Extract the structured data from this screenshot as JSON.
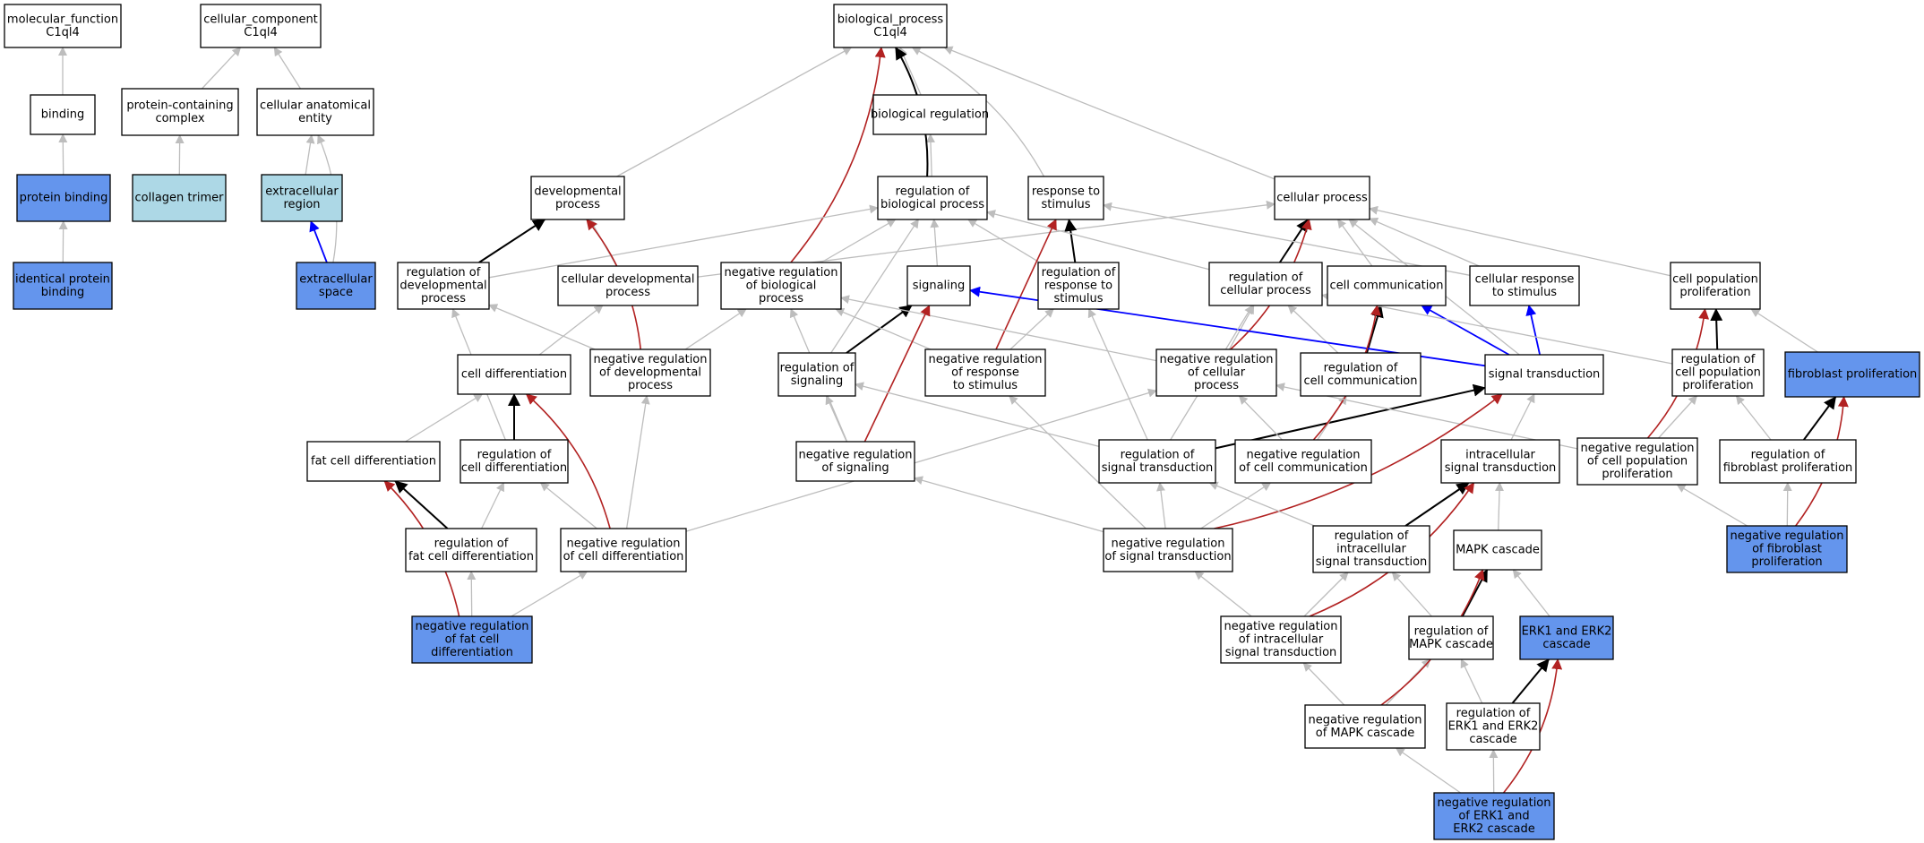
{
  "colors": {
    "white": "#ffffff",
    "lightblue": "#add8e6",
    "blue": "#6495ed",
    "stroke": "#000000",
    "is_a": "#bdbdbd",
    "regulates": "#000000",
    "negatively_regulates": "#b22222",
    "part_of": "#0000ff"
  },
  "nodes": [
    {
      "id": "mf",
      "lines": [
        "molecular_function",
        "C1ql4"
      ],
      "fill": "white"
    },
    {
      "id": "cc",
      "lines": [
        "cellular_component",
        "C1ql4"
      ],
      "fill": "white"
    },
    {
      "id": "bp",
      "lines": [
        "biological_process",
        "C1ql4"
      ],
      "fill": "white"
    },
    {
      "id": "binding",
      "lines": [
        "binding"
      ],
      "fill": "white"
    },
    {
      "id": "pcc",
      "lines": [
        "protein-containing",
        "complex"
      ],
      "fill": "white"
    },
    {
      "id": "cae",
      "lines": [
        "cellular anatomical",
        "entity"
      ],
      "fill": "white"
    },
    {
      "id": "biolreg",
      "lines": [
        "biological regulation"
      ],
      "fill": "white"
    },
    {
      "id": "protbind",
      "lines": [
        "protein binding"
      ],
      "fill": "blue"
    },
    {
      "id": "collagen",
      "lines": [
        "collagen trimer"
      ],
      "fill": "lightblue"
    },
    {
      "id": "extreg",
      "lines": [
        "extracellular",
        "region"
      ],
      "fill": "lightblue"
    },
    {
      "id": "devproc",
      "lines": [
        "developmental",
        "process"
      ],
      "fill": "white"
    },
    {
      "id": "regbp",
      "lines": [
        "regulation of",
        "biological process"
      ],
      "fill": "white"
    },
    {
      "id": "respstim",
      "lines": [
        "response to",
        "stimulus"
      ],
      "fill": "white"
    },
    {
      "id": "cellproc",
      "lines": [
        "cellular process"
      ],
      "fill": "white"
    },
    {
      "id": "identprot",
      "lines": [
        "identical protein",
        "binding"
      ],
      "fill": "blue"
    },
    {
      "id": "extspace",
      "lines": [
        "extracellular",
        "space"
      ],
      "fill": "blue"
    },
    {
      "id": "regdev",
      "lines": [
        "regulation of",
        "developmental",
        "process"
      ],
      "fill": "white"
    },
    {
      "id": "celldevproc",
      "lines": [
        "cellular developmental",
        "process"
      ],
      "fill": "white"
    },
    {
      "id": "negregbp",
      "lines": [
        "negative regulation",
        "of biological",
        "process"
      ],
      "fill": "white"
    },
    {
      "id": "signaling",
      "lines": [
        "signaling"
      ],
      "fill": "white"
    },
    {
      "id": "regresp",
      "lines": [
        "regulation of",
        "response to",
        "stimulus"
      ],
      "fill": "white"
    },
    {
      "id": "regcellproc",
      "lines": [
        "regulation of",
        "cellular process"
      ],
      "fill": "white"
    },
    {
      "id": "cellcomm",
      "lines": [
        "cell communication"
      ],
      "fill": "white"
    },
    {
      "id": "cellresp",
      "lines": [
        "cellular response",
        "to stimulus"
      ],
      "fill": "white"
    },
    {
      "id": "cellpopprol",
      "lines": [
        "cell population",
        "proliferation"
      ],
      "fill": "white"
    },
    {
      "id": "celldiff",
      "lines": [
        "cell differentiation"
      ],
      "fill": "white"
    },
    {
      "id": "negregdev",
      "lines": [
        "negative regulation",
        "of developmental",
        "process"
      ],
      "fill": "white"
    },
    {
      "id": "regsig",
      "lines": [
        "regulation of",
        "signaling"
      ],
      "fill": "white"
    },
    {
      "id": "negregresp",
      "lines": [
        "negative regulation",
        "of response",
        "to stimulus"
      ],
      "fill": "white"
    },
    {
      "id": "negregcellproc",
      "lines": [
        "negative regulation",
        "of cellular",
        "process"
      ],
      "fill": "white"
    },
    {
      "id": "regcellcomm",
      "lines": [
        "regulation of",
        "cell communication"
      ],
      "fill": "white"
    },
    {
      "id": "sigtrans",
      "lines": [
        "signal transduction"
      ],
      "fill": "white"
    },
    {
      "id": "regcellpop",
      "lines": [
        "regulation of",
        "cell population",
        "proliferation"
      ],
      "fill": "white"
    },
    {
      "id": "fibprol",
      "lines": [
        "fibroblast proliferation"
      ],
      "fill": "blue"
    },
    {
      "id": "fatdiff",
      "lines": [
        "fat cell differentiation"
      ],
      "fill": "white"
    },
    {
      "id": "regcelldiff",
      "lines": [
        "regulation of",
        "cell differentiation"
      ],
      "fill": "white"
    },
    {
      "id": "negregsig",
      "lines": [
        "negative regulation",
        "of signaling"
      ],
      "fill": "white"
    },
    {
      "id": "regsigtrans",
      "lines": [
        "regulation of",
        "signal transduction"
      ],
      "fill": "white"
    },
    {
      "id": "negregcellcomm",
      "lines": [
        "negative regulation",
        "of cell communication"
      ],
      "fill": "white"
    },
    {
      "id": "intrasig",
      "lines": [
        "intracellular",
        "signal transduction"
      ],
      "fill": "white"
    },
    {
      "id": "negregcellpop",
      "lines": [
        "negative regulation",
        "of cell population",
        "proliferation"
      ],
      "fill": "white"
    },
    {
      "id": "regfibprol",
      "lines": [
        "regulation of",
        "fibroblast proliferation"
      ],
      "fill": "white"
    },
    {
      "id": "regfatdiff",
      "lines": [
        "regulation of",
        "fat cell differentiation"
      ],
      "fill": "white"
    },
    {
      "id": "negregcelldiff",
      "lines": [
        "negative regulation",
        "of cell differentiation"
      ],
      "fill": "white"
    },
    {
      "id": "negregsigtrans",
      "lines": [
        "negative regulation",
        "of signal transduction"
      ],
      "fill": "white"
    },
    {
      "id": "regintrasig",
      "lines": [
        "regulation of",
        "intracellular",
        "signal transduction"
      ],
      "fill": "white"
    },
    {
      "id": "mapk",
      "lines": [
        "MAPK cascade"
      ],
      "fill": "white"
    },
    {
      "id": "negregfibprol",
      "lines": [
        "negative regulation",
        "of fibroblast",
        "proliferation"
      ],
      "fill": "blue"
    },
    {
      "id": "negregfatdiff",
      "lines": [
        "negative regulation",
        "of fat cell",
        "differentiation"
      ],
      "fill": "blue"
    },
    {
      "id": "negregintrasig",
      "lines": [
        "negative regulation",
        "of intracellular",
        "signal transduction"
      ],
      "fill": "white"
    },
    {
      "id": "regmapk",
      "lines": [
        "regulation of",
        "MAPK cascade"
      ],
      "fill": "white"
    },
    {
      "id": "erk",
      "lines": [
        "ERK1 and ERK2",
        "cascade"
      ],
      "fill": "blue"
    },
    {
      "id": "negregmapk",
      "lines": [
        "negative regulation",
        "of MAPK cascade"
      ],
      "fill": "white"
    },
    {
      "id": "regerk",
      "lines": [
        "regulation of",
        "ERK1 and ERK2",
        "cascade"
      ],
      "fill": "white"
    },
    {
      "id": "negregerk",
      "lines": [
        "negative regulation",
        "of ERK1 and",
        "ERK2 cascade"
      ],
      "fill": "blue"
    }
  ],
  "edges": [
    [
      "binding",
      "mf",
      "is_a"
    ],
    [
      "protbind",
      "binding",
      "is_a"
    ],
    [
      "identprot",
      "protbind",
      "is_a"
    ],
    [
      "pcc",
      "cc",
      "is_a"
    ],
    [
      "cae",
      "cc",
      "is_a"
    ],
    [
      "collagen",
      "pcc",
      "is_a"
    ],
    [
      "extreg",
      "cae",
      "is_a"
    ],
    [
      "extspace",
      "cae",
      "is_a"
    ],
    [
      "extspace",
      "extreg",
      "part_of"
    ],
    [
      "devproc",
      "bp",
      "is_a"
    ],
    [
      "biolreg",
      "bp",
      "is_a"
    ],
    [
      "regbp",
      "biolreg",
      "is_a"
    ],
    [
      "regbp",
      "bp",
      "regulates"
    ],
    [
      "respstim",
      "bp",
      "is_a"
    ],
    [
      "cellproc",
      "bp",
      "is_a"
    ],
    [
      "negregbp",
      "bp",
      "negatively_regulates"
    ],
    [
      "regdev",
      "devproc",
      "regulates"
    ],
    [
      "regdev",
      "regbp",
      "is_a"
    ],
    [
      "celldevproc",
      "devproc",
      "is_a"
    ],
    [
      "celldevproc",
      "cellproc",
      "is_a"
    ],
    [
      "negregbp",
      "regbp",
      "is_a"
    ],
    [
      "signaling",
      "regbp",
      "is_a"
    ],
    [
      "regresp",
      "respstim",
      "regulates"
    ],
    [
      "regresp",
      "regbp",
      "is_a"
    ],
    [
      "regcellproc",
      "cellproc",
      "regulates"
    ],
    [
      "regcellproc",
      "regbp",
      "is_a"
    ],
    [
      "cellcomm",
      "cellproc",
      "is_a"
    ],
    [
      "cellresp",
      "cellproc",
      "is_a"
    ],
    [
      "cellresp",
      "respstim",
      "is_a"
    ],
    [
      "cellpopprol",
      "cellproc",
      "is_a"
    ],
    [
      "celldiff",
      "celldevproc",
      "is_a"
    ],
    [
      "negregdev",
      "regdev",
      "is_a"
    ],
    [
      "negregdev",
      "devproc",
      "negatively_regulates"
    ],
    [
      "negregdev",
      "negregbp",
      "is_a"
    ],
    [
      "regsig",
      "signaling",
      "regulates"
    ],
    [
      "regsig",
      "regbp",
      "is_a"
    ],
    [
      "negregresp",
      "regresp",
      "is_a"
    ],
    [
      "negregresp",
      "respstim",
      "negatively_regulates"
    ],
    [
      "negregresp",
      "negregbp",
      "is_a"
    ],
    [
      "negregcellproc",
      "regcellproc",
      "is_a"
    ],
    [
      "negregcellproc",
      "cellproc",
      "negatively_regulates"
    ],
    [
      "negregcellproc",
      "negregbp",
      "is_a"
    ],
    [
      "regcellcomm",
      "cellcomm",
      "regulates"
    ],
    [
      "regcellcomm",
      "regcellproc",
      "is_a"
    ],
    [
      "sigtrans",
      "cellresp",
      "part_of"
    ],
    [
      "sigtrans",
      "cellcomm",
      "part_of"
    ],
    [
      "sigtrans",
      "signaling",
      "part_of"
    ],
    [
      "sigtrans",
      "cellproc",
      "is_a"
    ],
    [
      "regcellpop",
      "cellpopprol",
      "regulates"
    ],
    [
      "regcellpop",
      "regcellproc",
      "is_a"
    ],
    [
      "fibprol",
      "cellpopprol",
      "is_a"
    ],
    [
      "fatdiff",
      "celldiff",
      "is_a"
    ],
    [
      "regcelldiff",
      "celldiff",
      "regulates"
    ],
    [
      "regcelldiff",
      "regdev",
      "is_a"
    ],
    [
      "negregsig",
      "regsig",
      "is_a"
    ],
    [
      "negregsig",
      "signaling",
      "negatively_regulates"
    ],
    [
      "negregsig",
      "negregbp",
      "is_a"
    ],
    [
      "regsigtrans",
      "sigtrans",
      "regulates"
    ],
    [
      "regsigtrans",
      "regsig",
      "is_a"
    ],
    [
      "regsigtrans",
      "regresp",
      "is_a"
    ],
    [
      "regsigtrans",
      "regcellproc",
      "is_a"
    ],
    [
      "negregcellcomm",
      "regcellcomm",
      "is_a"
    ],
    [
      "negregcellcomm",
      "cellcomm",
      "negatively_regulates"
    ],
    [
      "negregcellcomm",
      "negregcellproc",
      "is_a"
    ],
    [
      "intrasig",
      "sigtrans",
      "is_a"
    ],
    [
      "negregcellpop",
      "regcellpop",
      "is_a"
    ],
    [
      "negregcellpop",
      "cellpopprol",
      "negatively_regulates"
    ],
    [
      "negregcellpop",
      "negregcellproc",
      "is_a"
    ],
    [
      "regfibprol",
      "fibprol",
      "regulates"
    ],
    [
      "regfibprol",
      "regcellpop",
      "is_a"
    ],
    [
      "regfatdiff",
      "fatdiff",
      "regulates"
    ],
    [
      "regfatdiff",
      "regcelldiff",
      "is_a"
    ],
    [
      "negregcelldiff",
      "regcelldiff",
      "is_a"
    ],
    [
      "negregcelldiff",
      "celldiff",
      "negatively_regulates"
    ],
    [
      "negregcelldiff",
      "negregdev",
      "is_a"
    ],
    [
      "negregcelldiff",
      "negregcellproc",
      "is_a"
    ],
    [
      "negregsigtrans",
      "regsigtrans",
      "is_a"
    ],
    [
      "negregsigtrans",
      "sigtrans",
      "negatively_regulates"
    ],
    [
      "negregsigtrans",
      "negregsig",
      "is_a"
    ],
    [
      "negregsigtrans",
      "negregresp",
      "is_a"
    ],
    [
      "negregsigtrans",
      "negregcellcomm",
      "is_a"
    ],
    [
      "regintrasig",
      "intrasig",
      "regulates"
    ],
    [
      "regintrasig",
      "regsigtrans",
      "is_a"
    ],
    [
      "mapk",
      "intrasig",
      "is_a"
    ],
    [
      "negregfibprol",
      "regfibprol",
      "is_a"
    ],
    [
      "negregfibprol",
      "fibprol",
      "negatively_regulates"
    ],
    [
      "negregfibprol",
      "negregcellpop",
      "is_a"
    ],
    [
      "negregfatdiff",
      "regfatdiff",
      "is_a"
    ],
    [
      "negregfatdiff",
      "fatdiff",
      "negatively_regulates"
    ],
    [
      "negregfatdiff",
      "negregcelldiff",
      "is_a"
    ],
    [
      "negregintrasig",
      "regintrasig",
      "is_a"
    ],
    [
      "negregintrasig",
      "intrasig",
      "negatively_regulates"
    ],
    [
      "negregintrasig",
      "negregsigtrans",
      "is_a"
    ],
    [
      "regmapk",
      "mapk",
      "regulates"
    ],
    [
      "regmapk",
      "regintrasig",
      "is_a"
    ],
    [
      "erk",
      "mapk",
      "is_a"
    ],
    [
      "negregmapk",
      "regmapk",
      "is_a"
    ],
    [
      "negregmapk",
      "mapk",
      "negatively_regulates"
    ],
    [
      "negregmapk",
      "negregintrasig",
      "is_a"
    ],
    [
      "regerk",
      "erk",
      "regulates"
    ],
    [
      "regerk",
      "regmapk",
      "is_a"
    ],
    [
      "negregerk",
      "regerk",
      "is_a"
    ],
    [
      "negregerk",
      "erk",
      "negatively_regulates"
    ],
    [
      "negregerk",
      "negregmapk",
      "is_a"
    ]
  ]
}
